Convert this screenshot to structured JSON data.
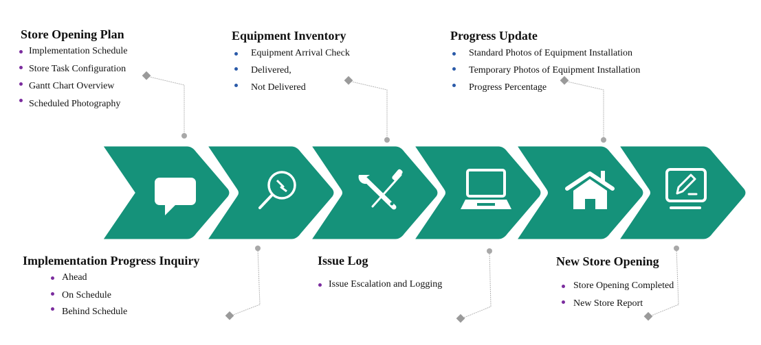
{
  "colors": {
    "chevron": "#15927A",
    "bullet_purple": "#7B2C9E",
    "bullet_blue": "#2A5AA8",
    "connector": "#A8A8A8"
  },
  "steps": [
    {
      "icon": "speech-bubble-icon"
    },
    {
      "icon": "magnifier-icon"
    },
    {
      "icon": "tools-icon"
    },
    {
      "icon": "laptop-icon"
    },
    {
      "icon": "house-icon"
    },
    {
      "icon": "monitor-edit-icon"
    }
  ],
  "top_blocks": [
    {
      "title": "Store Opening Plan",
      "items": [
        "Implementation Schedule",
        "Store Task Configuration",
        "Gantt Chart Overview",
        "Scheduled Photography"
      ]
    },
    {
      "title": "Equipment Inventory",
      "items": [
        "Equipment Arrival Check",
        "Delivered,",
        "Not Delivered"
      ]
    },
    {
      "title": "Progress Update",
      "items": [
        "Standard Photos of Equipment Installation",
        "Temporary Photos of Equipment Installation",
        "Progress Percentage"
      ]
    }
  ],
  "bottom_blocks": [
    {
      "title": "Implementation Progress Inquiry",
      "items": [
        "Ahead",
        "On Schedule",
        "Behind Schedule"
      ]
    },
    {
      "title": "Issue Log",
      "items": [
        "Issue Escalation and Logging"
      ]
    },
    {
      "title": "New Store Opening",
      "items": [
        "Store Opening Completed",
        "New Store Report"
      ]
    }
  ]
}
